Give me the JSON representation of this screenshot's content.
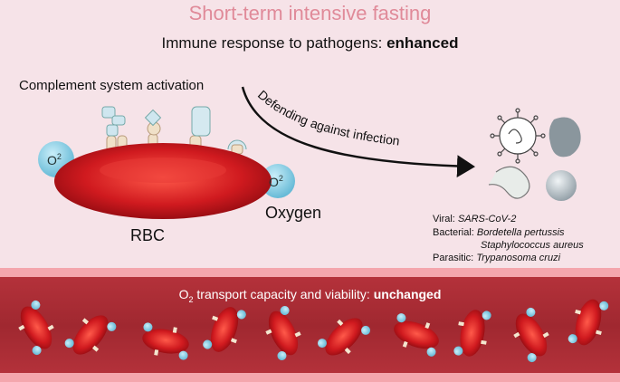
{
  "title": "Short-term intensive fasting",
  "subtitle": {
    "prefix": "Immune response to pathogens: ",
    "emphasis": "enhanced"
  },
  "complement_label": "Complement system activation",
  "arrow_label": "Defending against infection",
  "rbc_label": "RBC",
  "oxygen_label": "Oxygen",
  "o2_badge": "O",
  "o2_sup": "2",
  "pathogens": {
    "viral": {
      "label": "Viral:",
      "items": [
        "SARS-CoV-2"
      ]
    },
    "bacterial": {
      "label": "Bacterial:",
      "items": [
        "Bordetella pertussis",
        "Staphylococcus aureus"
      ]
    },
    "parasitic": {
      "label": "Parasitic:",
      "items": [
        "Trypanosoma cruzi"
      ]
    }
  },
  "vessel": {
    "prefix": "O",
    "sub": "2",
    "middle": " transport capacity and viability: ",
    "emphasis": "unchanged"
  },
  "colors": {
    "title": "#e08a99",
    "background": "#f6e3e8",
    "rbc": "#c8161d",
    "vessel": "#a8303a",
    "oxygen": "#7cc8e0"
  }
}
